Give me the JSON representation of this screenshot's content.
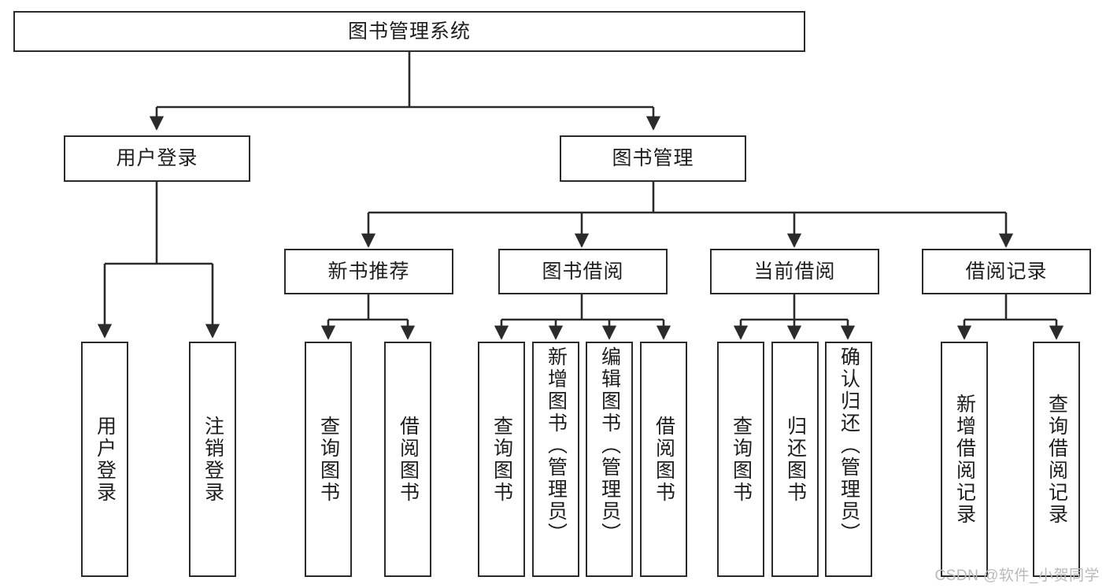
{
  "diagram": {
    "type": "tree",
    "title": "图书管理系统",
    "watermark": "CSDN @软件_小贺同学"
  },
  "nodes": {
    "root": {
      "label": "图书管理系统"
    },
    "level2": [
      {
        "id": "user-login",
        "label": "用户登录"
      },
      {
        "id": "book-management",
        "label": "图书管理"
      }
    ],
    "level3": [
      {
        "id": "new-book-recommend",
        "label": "新书推荐"
      },
      {
        "id": "book-borrow",
        "label": "图书借阅"
      },
      {
        "id": "current-borrow",
        "label": "当前借阅"
      },
      {
        "id": "borrow-record",
        "label": "借阅记录"
      }
    ],
    "leaves": {
      "user_login": [
        {
          "id": "leaf-user-login",
          "label": "用户登录"
        },
        {
          "id": "leaf-logout-login",
          "label": "注销登录"
        }
      ],
      "new_book_recommend": [
        {
          "id": "leaf-query-book-1",
          "label": "查询图书"
        },
        {
          "id": "leaf-borrow-book-1",
          "label": "借阅图书"
        }
      ],
      "book_borrow": [
        {
          "id": "leaf-query-book-2",
          "label": "查询图书"
        },
        {
          "id": "leaf-add-book",
          "label": "新增图书（管理员）"
        },
        {
          "id": "leaf-edit-book",
          "label": "编辑图书（管理员）"
        },
        {
          "id": "leaf-borrow-book-2",
          "label": "借阅图书"
        }
      ],
      "current_borrow": [
        {
          "id": "leaf-query-book-3",
          "label": "查询图书"
        },
        {
          "id": "leaf-return-book",
          "label": "归还图书"
        },
        {
          "id": "leaf-confirm-return",
          "label": "确认归还（管理员）"
        }
      ],
      "borrow_record": [
        {
          "id": "leaf-add-record",
          "label": "新增借阅记录"
        },
        {
          "id": "leaf-query-record",
          "label": "查询借阅记录"
        }
      ]
    }
  },
  "style": {
    "stroke": "#2b2b2b",
    "fill": "#ffffff",
    "text": "#1d1d1d",
    "watermark_color": "#b9b9b9"
  }
}
